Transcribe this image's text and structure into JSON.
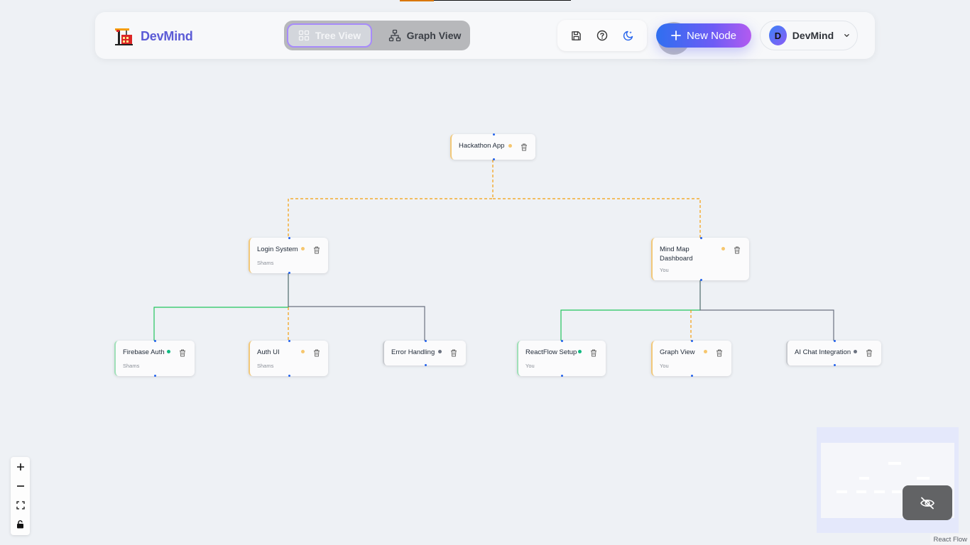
{
  "app": {
    "name": "DevMind"
  },
  "views": {
    "tree_label": "Tree View",
    "graph_label": "Graph View",
    "active": "Tree View"
  },
  "toolbar": {
    "icons": [
      "save-icon",
      "help-icon",
      "theme-toggle-icon"
    ],
    "new_node_label": "New Node"
  },
  "user": {
    "initial": "D",
    "name": "DevMind"
  },
  "colors": {
    "brand": "#5b5bd6",
    "edge_dashed": "#f59e0b",
    "edge_green": "#22c55e",
    "edge_gray": "#6b7280",
    "status_pending": "#f6c66e",
    "status_done": "#10b981",
    "status_idle": "#6b7280"
  },
  "tree": {
    "root": {
      "title": "Hackathon App",
      "status": "pending"
    },
    "login": {
      "title": "Login System",
      "owner": "Shams",
      "status": "pending"
    },
    "dashboard": {
      "title": "Mind Map Dashboard",
      "owner": "You",
      "status": "pending"
    },
    "firebase": {
      "title": "Firebase Auth",
      "owner": "Shams",
      "status": "done"
    },
    "authui": {
      "title": "Auth UI",
      "owner": "Shams",
      "status": "pending"
    },
    "errors": {
      "title": "Error Handling",
      "status": "idle"
    },
    "reactflow": {
      "title": "ReactFlow Setup",
      "owner": "You",
      "status": "done"
    },
    "graphview": {
      "title": "Graph View",
      "owner": "You",
      "status": "pending"
    },
    "aichat": {
      "title": "AI Chat Integration",
      "status": "idle"
    }
  },
  "canvas_controls": [
    "zoom-in-icon",
    "zoom-out-icon",
    "fit-view-icon",
    "lock-icon"
  ],
  "attribution": "React Flow"
}
